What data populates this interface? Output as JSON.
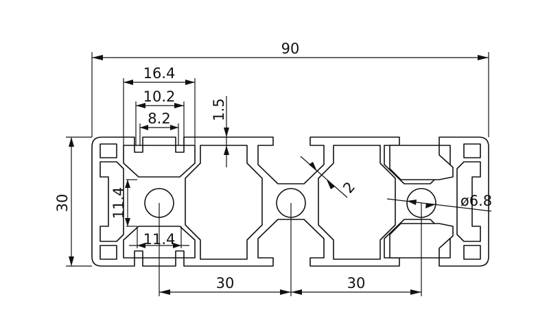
{
  "drawing": {
    "dimensions": {
      "overall_width": "90",
      "height": "30",
      "slot_outer": "16.4",
      "slot_middle": "10.2",
      "slot_opening": "8.2",
      "lip_thickness": "1.5",
      "web_thickness": "2",
      "bore_diameter": "ø6.8",
      "core_height": "11.4",
      "core_width": "11.4",
      "pitch_left": "30",
      "pitch_right": "30"
    },
    "line_color": "#111111",
    "background": "#ffffff"
  }
}
